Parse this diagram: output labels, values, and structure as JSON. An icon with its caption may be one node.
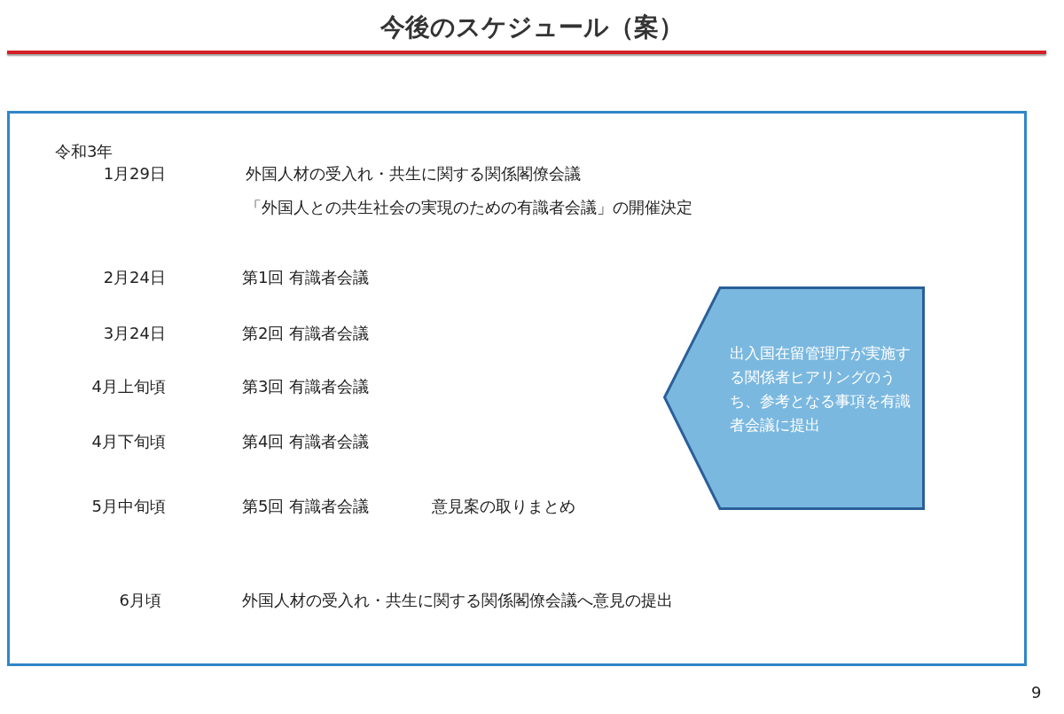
{
  "diagram": {
    "title": "今後のスケジュール（案）",
    "nodes": [
      {
        "text": [],
        "shape": "box"
      },
      {
        "text": [
          "出入国在留管理庁が実施する関係者ヒアリングのうち、参考となる事項を有識者会議に提出"
        ],
        "in": 0
      }
    ],
    "labels": [
      "令和3年",
      "1月29日",
      "外国人材の受入れ・共生に関する関係閣僚会議",
      "「外国人との共生社会の実現のための有識者会議」の開催決定",
      "2月24日",
      "第1回 有識者会議",
      "3月24日",
      "第2回 有識者会議",
      "4月上旬頃",
      "第3回 有識者会議",
      "4月下旬頃",
      "第4回 有識者会議",
      "5月中旬頃",
      "第5回 有識者会議",
      "意見案の取りまとめ",
      "6月頃",
      "外国人材の受入れ・共生に関する関係閣僚会議へ意見の提出",
      "9"
    ]
  }
}
